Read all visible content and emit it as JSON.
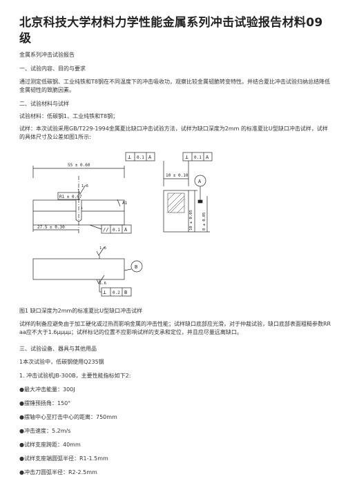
{
  "title": "北京科技大学材料力学性能金属系列冲击试验报告材料09级",
  "subtitle": "金属系列冲击试验报告",
  "sec1_heading": "一、试验内容、目的与要求",
  "sec1_body": "通过测定低碳钢、工业纯铁和T8钢在不同温度下的冲击吸收功，观察比较金属韧脆转变特性。并结合夏比冲击试验归纳总结降低金属韧性的致脆因素。",
  "sec2_heading": "二、试验材料与试样",
  "materials": "试验材料：低碳钢1、工业纯铁和T8钢；",
  "specimen_text": "试样：本次试验采用GB/T229-1994金属夏比缺口冲击试验方法，试样为缺口深度为2mm 的标准夏比U型缺口冲击试样，试样的具体尺寸及公差如图1所示:",
  "drawing": {
    "dim_length": "55 ± 0.60",
    "dim_half": "27.5 ± 0.30",
    "dim_width": "10 ± 0.10",
    "dim_height1": "10 ± 0.05",
    "dim_height2": "8 ± 0.05",
    "radius": "R1 ± 0.07",
    "roughness1": "1.6",
    "roughness2": "1.6",
    "roughness3": "1.6",
    "roughness4": "1.6",
    "tol_perp1_sym": "⊥",
    "tol_perp1_val": "0.1",
    "tol_perp1_ref": "A",
    "tol_perp2_sym": "⊥",
    "tol_perp2_val": "0.1",
    "tol_perp2_ref": "A",
    "tol_par_sym": "//",
    "tol_par_val": "0.1",
    "tol_par_ref": "A",
    "tol_perp3_sym": "⊥",
    "tol_perp3_val": "0.2",
    "tol_perp3_ref": "B",
    "datum_a": "A",
    "datum_a2": "A",
    "datum_b": "B",
    "mark_a1": "A1"
  },
  "figure_caption": "图1 缺口深度为2mm的标准夏比U型缺口冲击试样",
  "prep_text": "试样的制备应避免由于加工硬化或过热而影响金属的冲击性能；试样缺口底部应光滑，对于仲裁试验，缺口底部表面粗糙参数RR aa应不大于1.6μμμμ；试样标记的位置不应影响试样的支承和定位，并且应尽量远离缺口。",
  "sec3_heading": "三、试验设备、器具与其他用品",
  "steel_note": "1本次试验中，低碳钢使用Q235钢",
  "machine_line": "1. 冲击试验机JB-300B，主要性能指标如下2:",
  "specs": [
    "最大冲击能量：300J",
    "摆锤预扬角：150°",
    "摆轴中心至打击中心的距离：750mm",
    "冲击速度：5.2m/s",
    "试样支座跨距：40mm",
    "试样支座端圆弧半径：R1-1.5mm",
    "冲击刀圆弧半径：R2-2.5mm"
  ]
}
